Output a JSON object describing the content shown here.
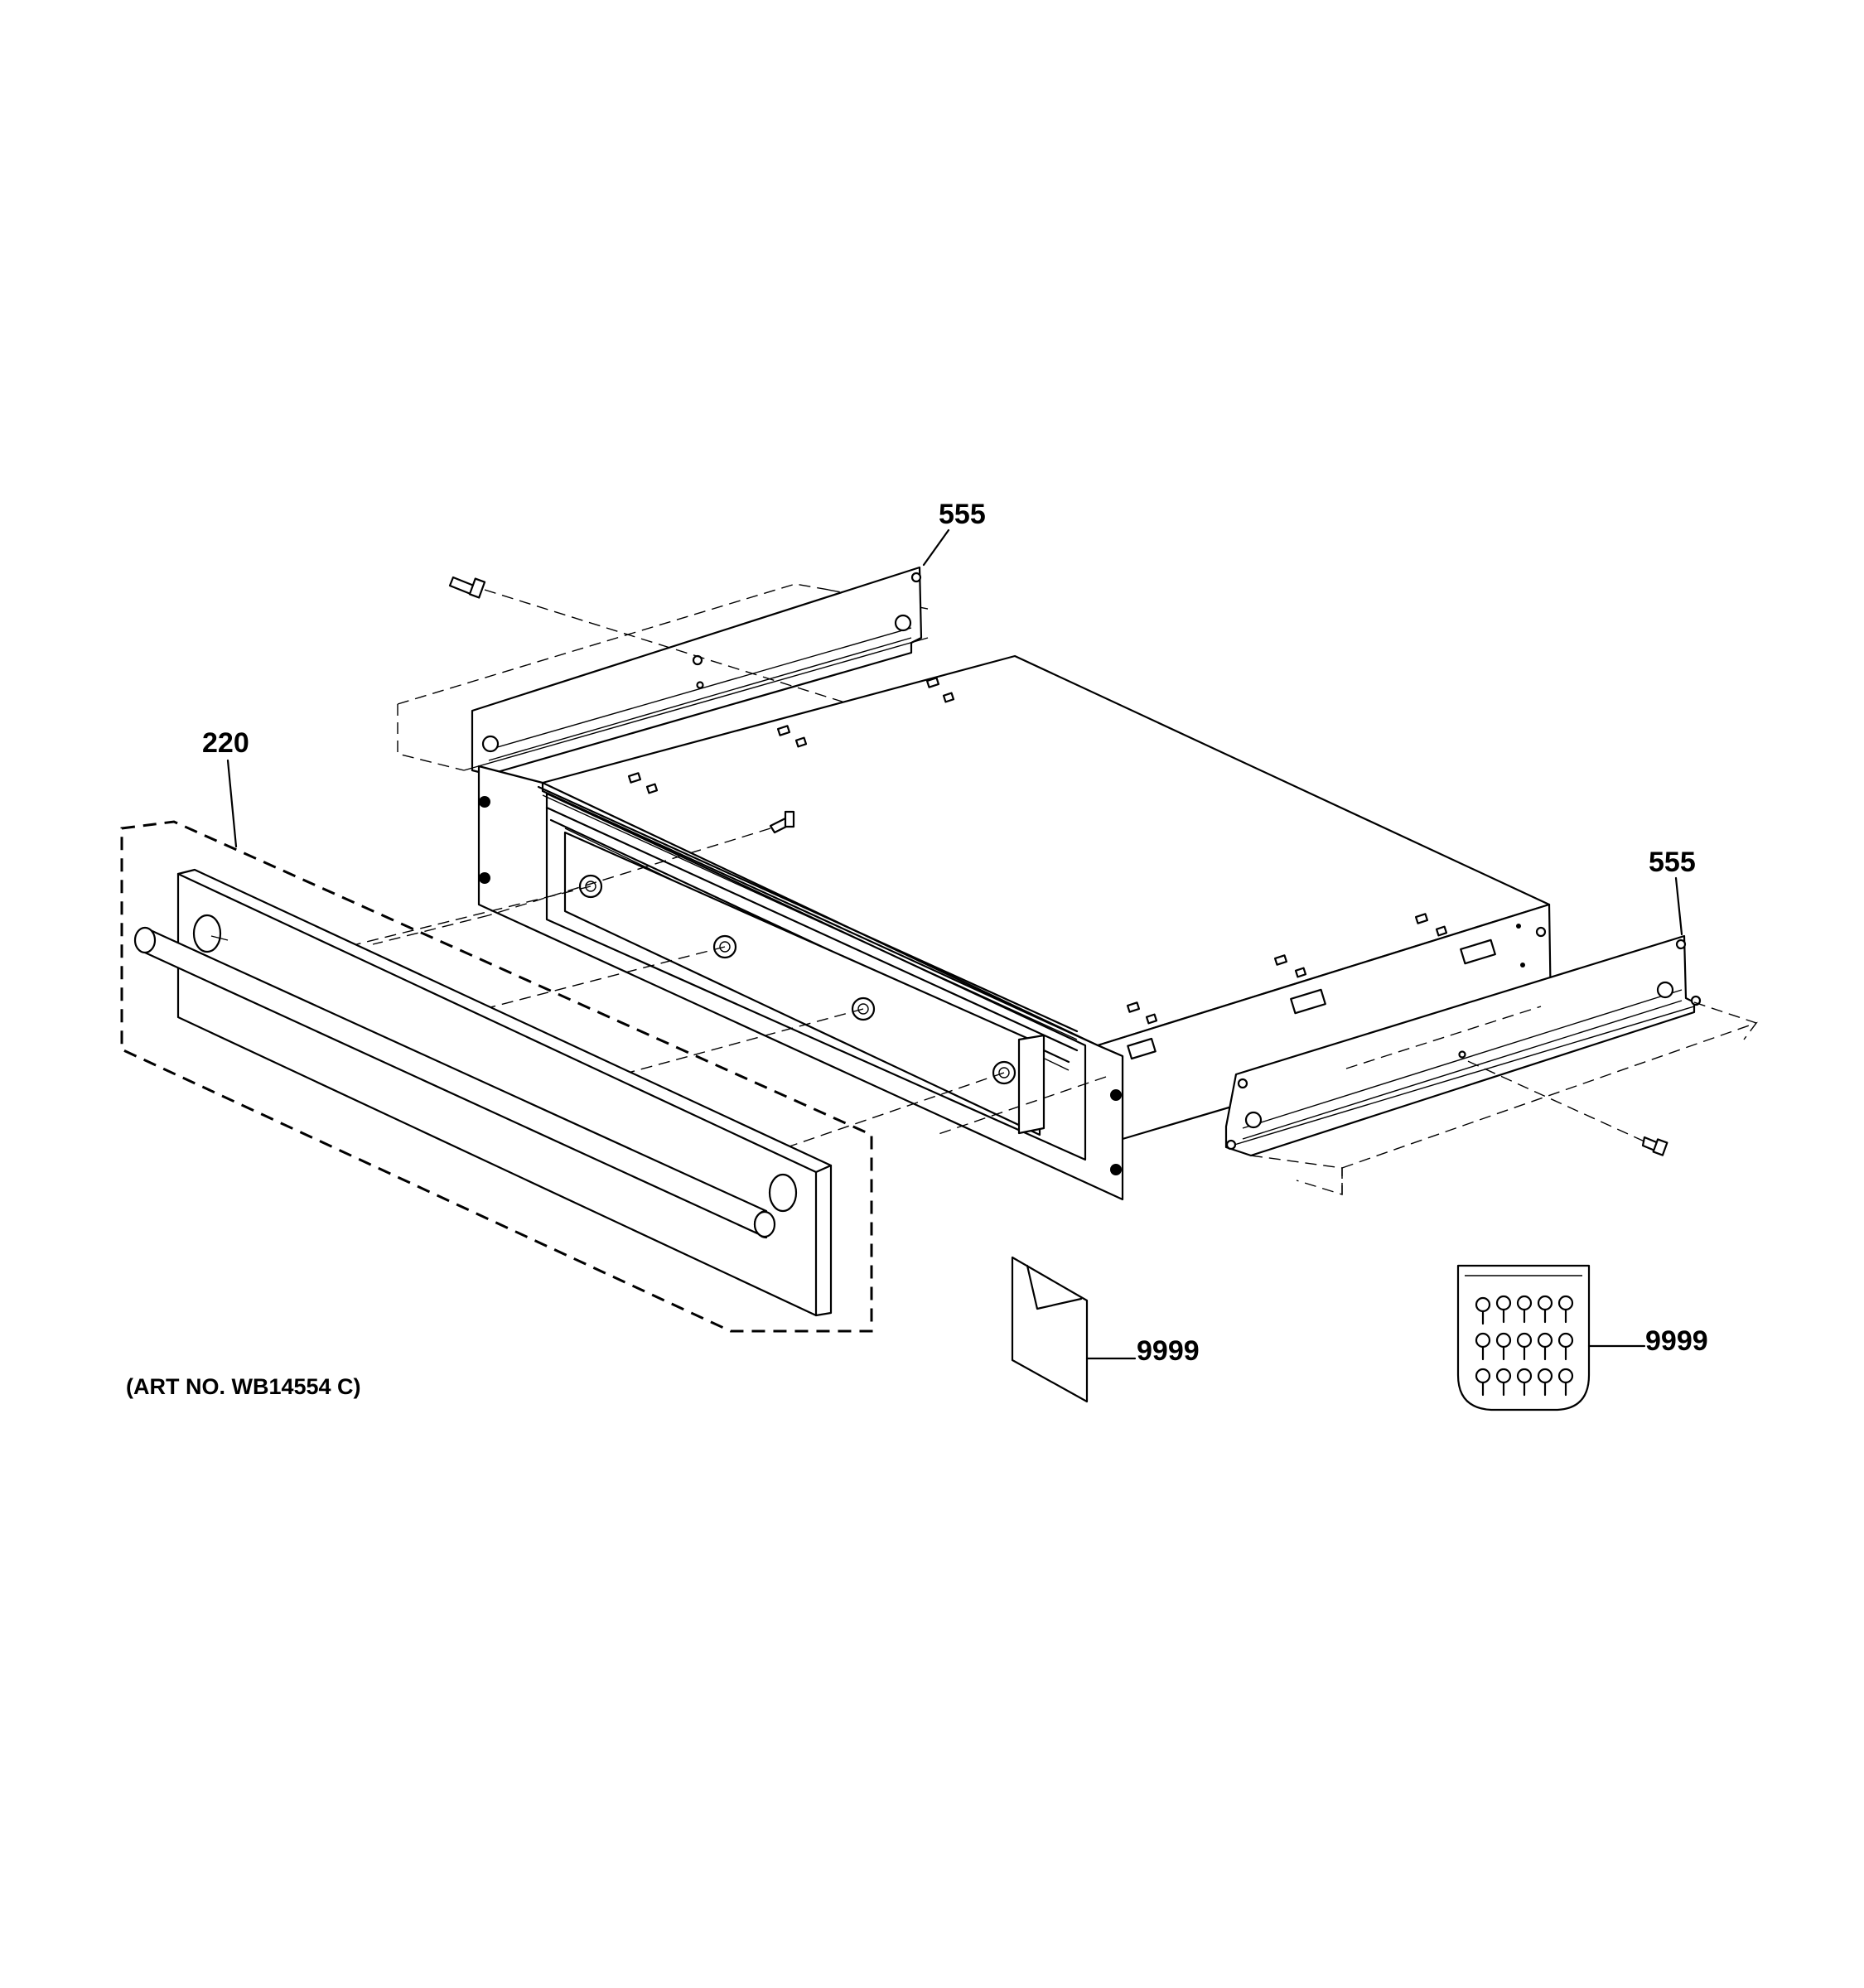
{
  "callouts": {
    "rail_back": "555",
    "rail_right": "555",
    "front_panel": "220",
    "literature": "9999",
    "hardware_kit": "9999"
  },
  "art_number": "(ART NO. WB14554 C)",
  "icons": {
    "drawer_body": "warming-drawer-icon",
    "front_panel": "drawer-front-with-handle-icon",
    "rail": "mounting-rail-icon",
    "screw": "screw-icon",
    "literature": "literature-envelope-icon",
    "hardware_kit": "screw-bag-icon"
  }
}
